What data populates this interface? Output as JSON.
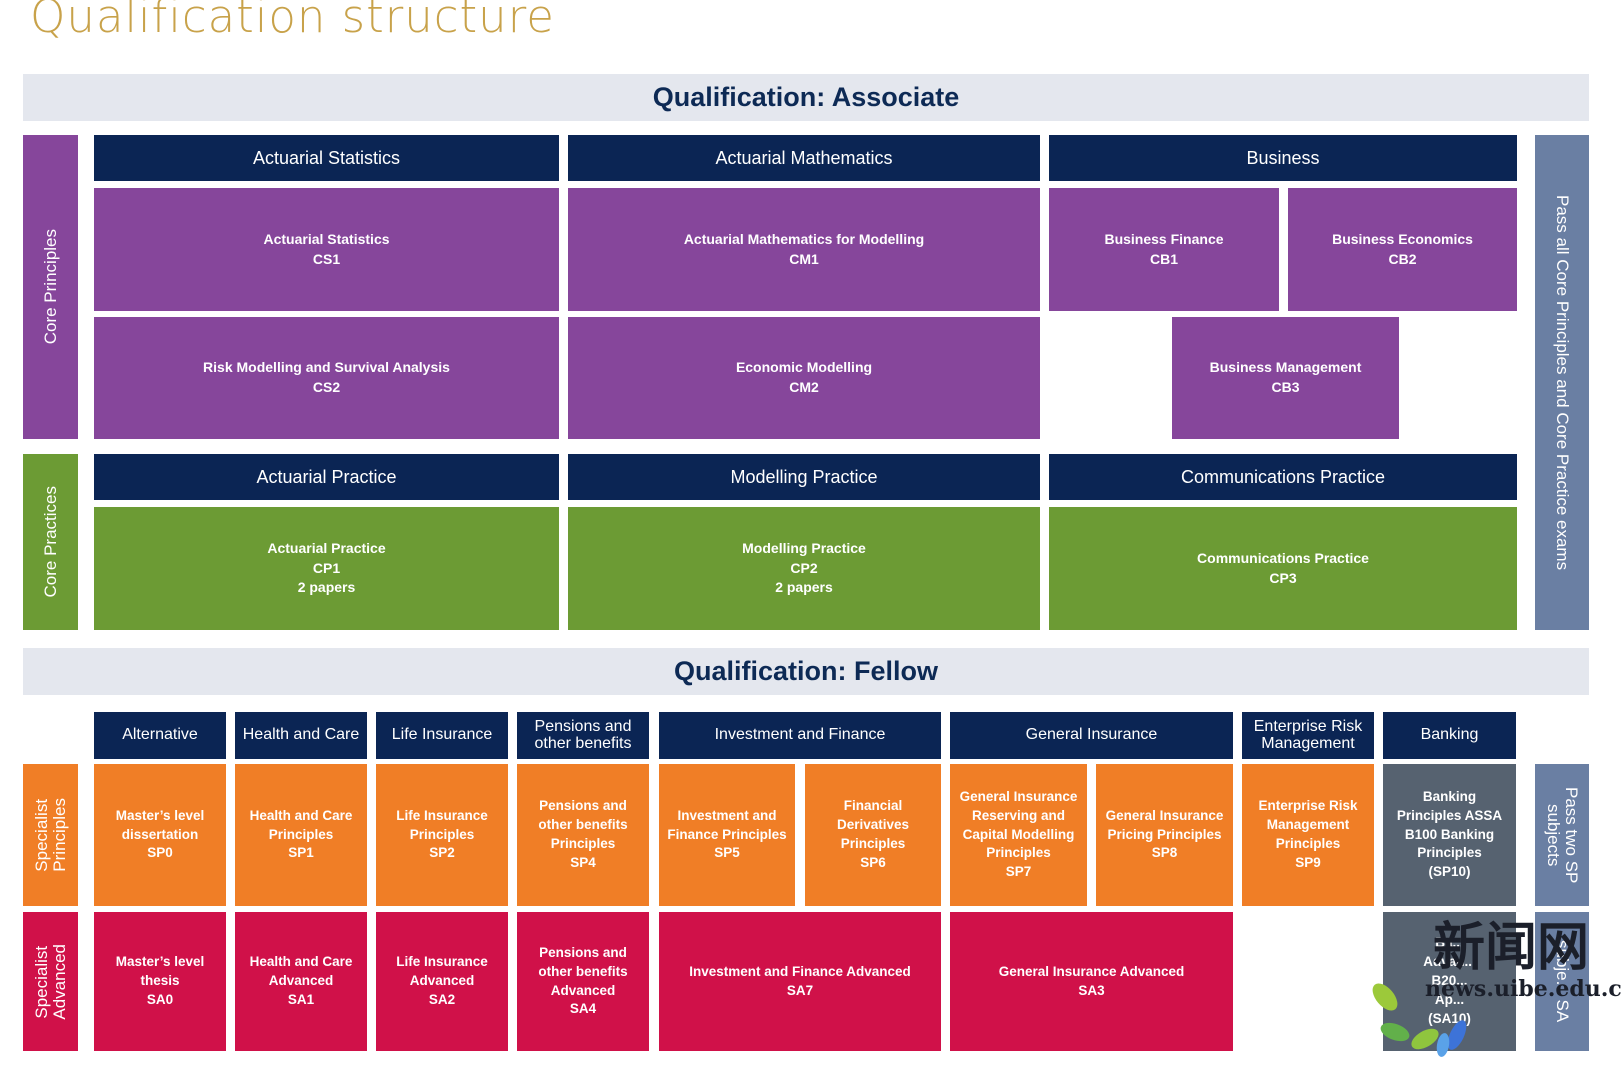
{
  "title": "Qualification structure",
  "associate": {
    "band": "Qualification: Associate",
    "core_principles_label": "Core Principles",
    "core_practices_label": "Core Practices",
    "side_note": "Pass all Core Principles and Core Practice exams",
    "headers": {
      "statistics": "Actuarial Statistics",
      "mathematics": "Actuarial Mathematics",
      "business": "Business",
      "practice": "Actuarial Practice",
      "modelling": "Modelling Practice",
      "communications": "Communications Practice"
    },
    "boxes": {
      "cs1": {
        "name": "Actuarial Statistics",
        "code": "CS1"
      },
      "cs2": {
        "name": "Risk Modelling and Survival Analysis",
        "code": "CS2"
      },
      "cm1": {
        "name": "Actuarial Mathematics for Modelling",
        "code": "CM1"
      },
      "cm2": {
        "name": "Economic Modelling",
        "code": "CM2"
      },
      "cb1": {
        "name": "Business Finance",
        "code": "CB1"
      },
      "cb2": {
        "name": "Business Economics",
        "code": "CB2"
      },
      "cb3": {
        "name": "Business Management",
        "code": "CB3"
      },
      "cp1": {
        "name": "Actuarial Practice",
        "code": "CP1",
        "papers": "2 papers"
      },
      "cp2": {
        "name": "Modelling Practice",
        "code": "CP2",
        "papers": "2 papers"
      },
      "cp3": {
        "name": "Communications Practice",
        "code": "CP3"
      }
    }
  },
  "fellow": {
    "band": "Qualification: Fellow",
    "specialist_principles_label_1": "Specialist",
    "specialist_principles_label_2": "Principles",
    "specialist_advanced_label_1": "Specialist",
    "specialist_advanced_label_2": "Advanced",
    "side_note_1": "Pass two SP",
    "side_note_2": "subjects",
    "side_note_partial": "subje... SA",
    "headers": {
      "alternative": "Alternative",
      "health": "Health and Care",
      "life": "Life Insurance",
      "pensions_1": "Pensions and",
      "pensions_2": "other benefits",
      "investment": "Investment and Finance",
      "general": "General Insurance",
      "erm_1": "Enterprise Risk",
      "erm_2": "Management",
      "banking": "Banking"
    },
    "sp": {
      "sp0": [
        "Master’s level",
        "dissertation",
        "SP0"
      ],
      "sp1": [
        "Health and Care",
        "Principles",
        "SP1"
      ],
      "sp2": [
        "Life Insurance",
        "Principles",
        "SP2"
      ],
      "sp4": [
        "Pensions and",
        "other benefits",
        "Principles",
        "SP4"
      ],
      "sp5": [
        "Investment and",
        "Finance Principles",
        "SP5"
      ],
      "sp6": [
        "Financial",
        "Derivatives",
        "Principles",
        "SP6"
      ],
      "sp7": [
        "General Insurance",
        "Reserving and",
        "Capital Modelling",
        "Principles",
        "SP7"
      ],
      "sp8": [
        "General Insurance",
        "Pricing Principles",
        "SP8"
      ],
      "sp9": [
        "Enterprise Risk",
        "Management",
        "Principles",
        "SP9"
      ],
      "sp10": [
        "Banking",
        "Principles ASSA",
        "B100 Banking",
        "Principles",
        "(SP10)"
      ]
    },
    "sa": {
      "sa0": [
        "Master’s level",
        "thesis",
        "SA0"
      ],
      "sa1": [
        "Health and Care",
        "Advanced",
        "SA1"
      ],
      "sa2": [
        "Life Insurance",
        "Advanced",
        "SA2"
      ],
      "sa4": [
        "Pensions and",
        "other benefits",
        "Advanced",
        "SA4"
      ],
      "sa7": [
        "Investment and Finance Advanced",
        "SA7"
      ],
      "sa3": [
        "General Insurance Advanced",
        "SA3"
      ],
      "sa10": [
        "Ba...",
        "Advan...",
        "B20...",
        "Ap...",
        "(SA10)"
      ]
    }
  },
  "watermark": {
    "text": "新闻网",
    "url": "news.uibe.edu.cn"
  },
  "colors": {
    "title": "#c8a24a",
    "band": "#e4e7ee",
    "header": "#0b2554",
    "purple": "#86469b",
    "green": "#6c9b34",
    "orange": "#f07e26",
    "red": "#d01149",
    "grey": "#566270",
    "slate": "#6a7fa3"
  }
}
